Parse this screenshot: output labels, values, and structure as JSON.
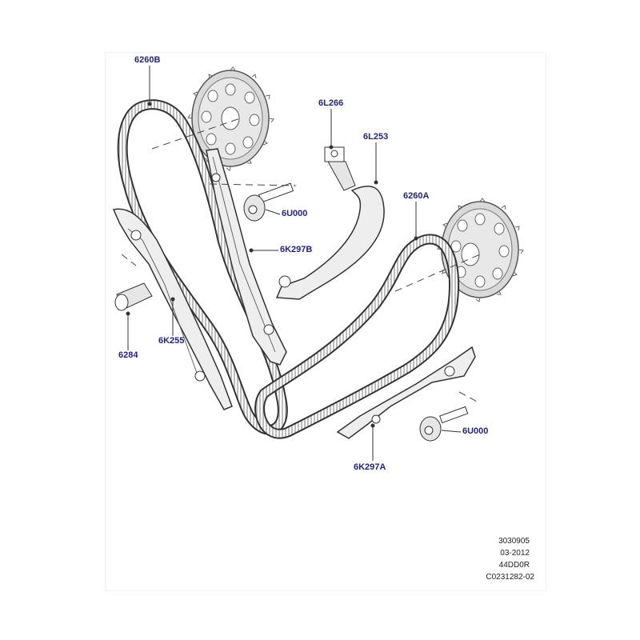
{
  "labels": {
    "chain_primary": "6260B",
    "chain_secondary": "6260A",
    "tensioner_plunger": "6L266",
    "tensioner_arm": "6L253",
    "bolt_upper": "6U000",
    "bolt_lower": "6U000",
    "guide_upper": "6K297B",
    "guide_lower": "6K297A",
    "guide_left": "6K255",
    "tensioner_left": "6284"
  },
  "footer": {
    "code1": "3030905",
    "date": "03-2012",
    "code2": "44DD0R",
    "ref": "C0231282-02"
  },
  "colors": {
    "callout_text": "#1f1f8f",
    "line": "#333333",
    "sprocket_fill": "#dcdcdc"
  }
}
